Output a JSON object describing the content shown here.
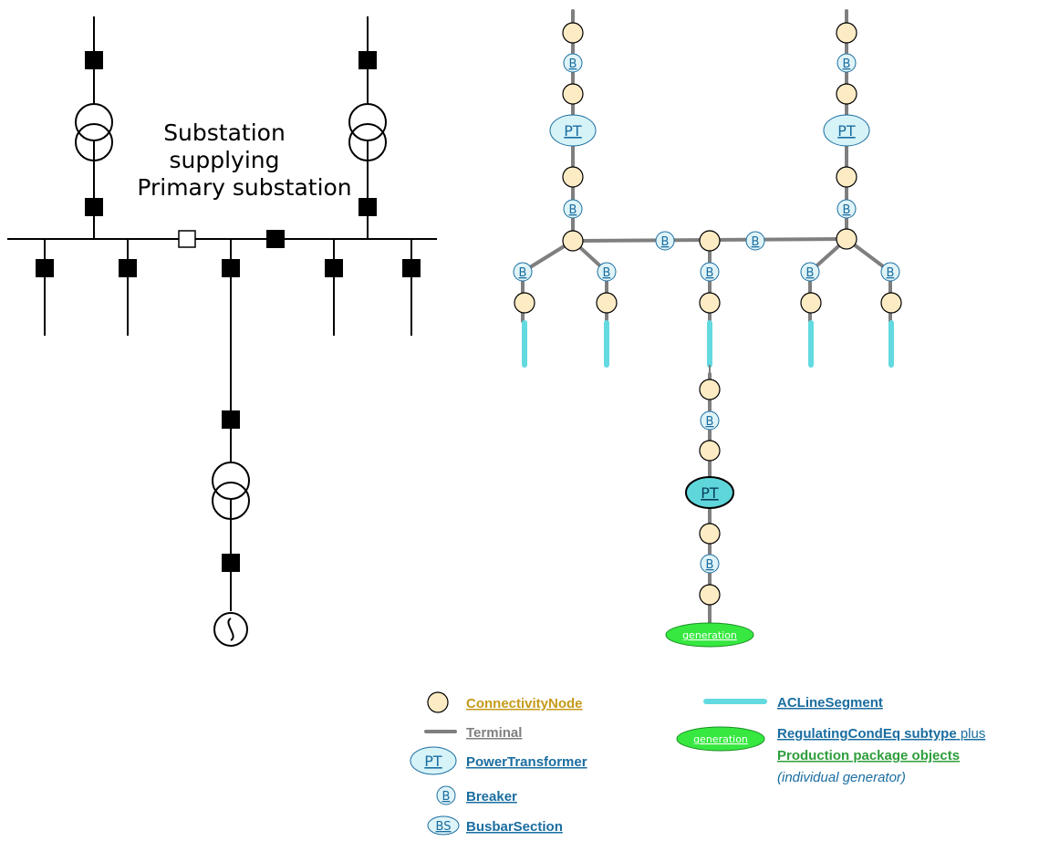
{
  "left_diagram": {
    "title_lines": [
      "Substation",
      "supplying",
      "Primary substation"
    ]
  },
  "right_diagram": {
    "breaker_label": "B",
    "pt_label": "PT",
    "generation_label": "generation"
  },
  "legend": {
    "connectivity_node": "ConnectivityNode",
    "terminal": "Terminal",
    "pt_symbol": "PT",
    "power_transformer": "PowerTransformer",
    "breaker_symbol": "B",
    "breaker": "Breaker",
    "busbar_symbol": "BS",
    "busbar_section": "BusbarSection",
    "ac_line_segment": "ACLineSegment",
    "generation_symbol": "generation",
    "regulating_cond_eq": "RegulatingCondEq subtype",
    "plus": " plus",
    "production_package": "Production package objects",
    "individual_generator": "(individual generator)"
  },
  "colors": {
    "node_fill": "#fdebc4",
    "node_label": "#c59a1a",
    "terminal": "#7f7f7f",
    "breaker_fill": "#dff4f8",
    "link_blue": "#1a6da0",
    "pt_fill": "#d6f3f8",
    "pt_dark_fill": "#5fd6da",
    "acline": "#63d9e0",
    "generation_fill": "#36e840",
    "production_green": "#2e9e3b"
  }
}
